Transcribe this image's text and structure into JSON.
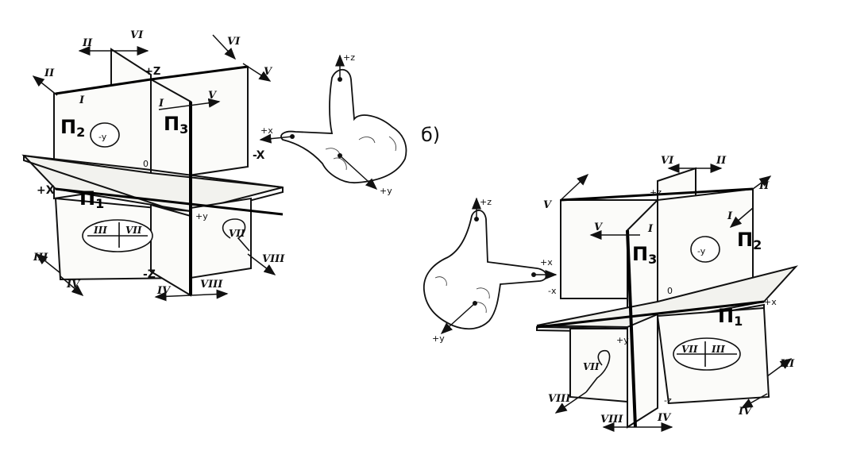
{
  "figure_b_marker": "б)",
  "left": {
    "octants_top": [
      "II",
      "VI",
      "VI",
      "V",
      "II",
      "I",
      "I",
      "V"
    ],
    "octants_bottom": [
      "III",
      "IV",
      "IV",
      "VIII",
      "VII",
      "VIII"
    ],
    "inset_left": "III",
    "inset_right": "VII",
    "plane_p2_letter": "П",
    "plane_p2_sub": "2",
    "plane_p3_letter": "П",
    "plane_p3_sub": "3",
    "plane_p1_letter": "П",
    "plane_p1_sub": "1",
    "hole_label": "-y",
    "origin": "0",
    "axis_plus_z": "+Z",
    "axis_minus_z": "-Z",
    "axis_plus_x": "+X",
    "axis_minus_x": "-X",
    "axis_plus_y": "+y",
    "hand_plus_z": "+z",
    "hand_plus_x": "+x",
    "hand_plus_y": "+y"
  },
  "right": {
    "octants_top": [
      "VI",
      "II",
      "II",
      "V",
      "V",
      "I",
      "I"
    ],
    "octants_bottom": [
      "III",
      "IV",
      "IV",
      "VIII",
      "VII",
      "VIII"
    ],
    "inset_left": "VII",
    "inset_right": "III",
    "plane_p2_letter": "П",
    "plane_p2_sub": "2",
    "plane_p3_letter": "П",
    "plane_p3_sub": "3",
    "plane_p1_letter": "П",
    "plane_p1_sub": "1",
    "hole_label": "-y",
    "origin": "0",
    "axis_plus_z": "+z",
    "axis_minus_z": "-z",
    "axis_minus_x": "-x",
    "axis_plus_x": "+x",
    "axis_plus_y": "+y",
    "hand_plus_z": "+z",
    "hand_plus_x": "+x",
    "hand_plus_y": "+y"
  }
}
